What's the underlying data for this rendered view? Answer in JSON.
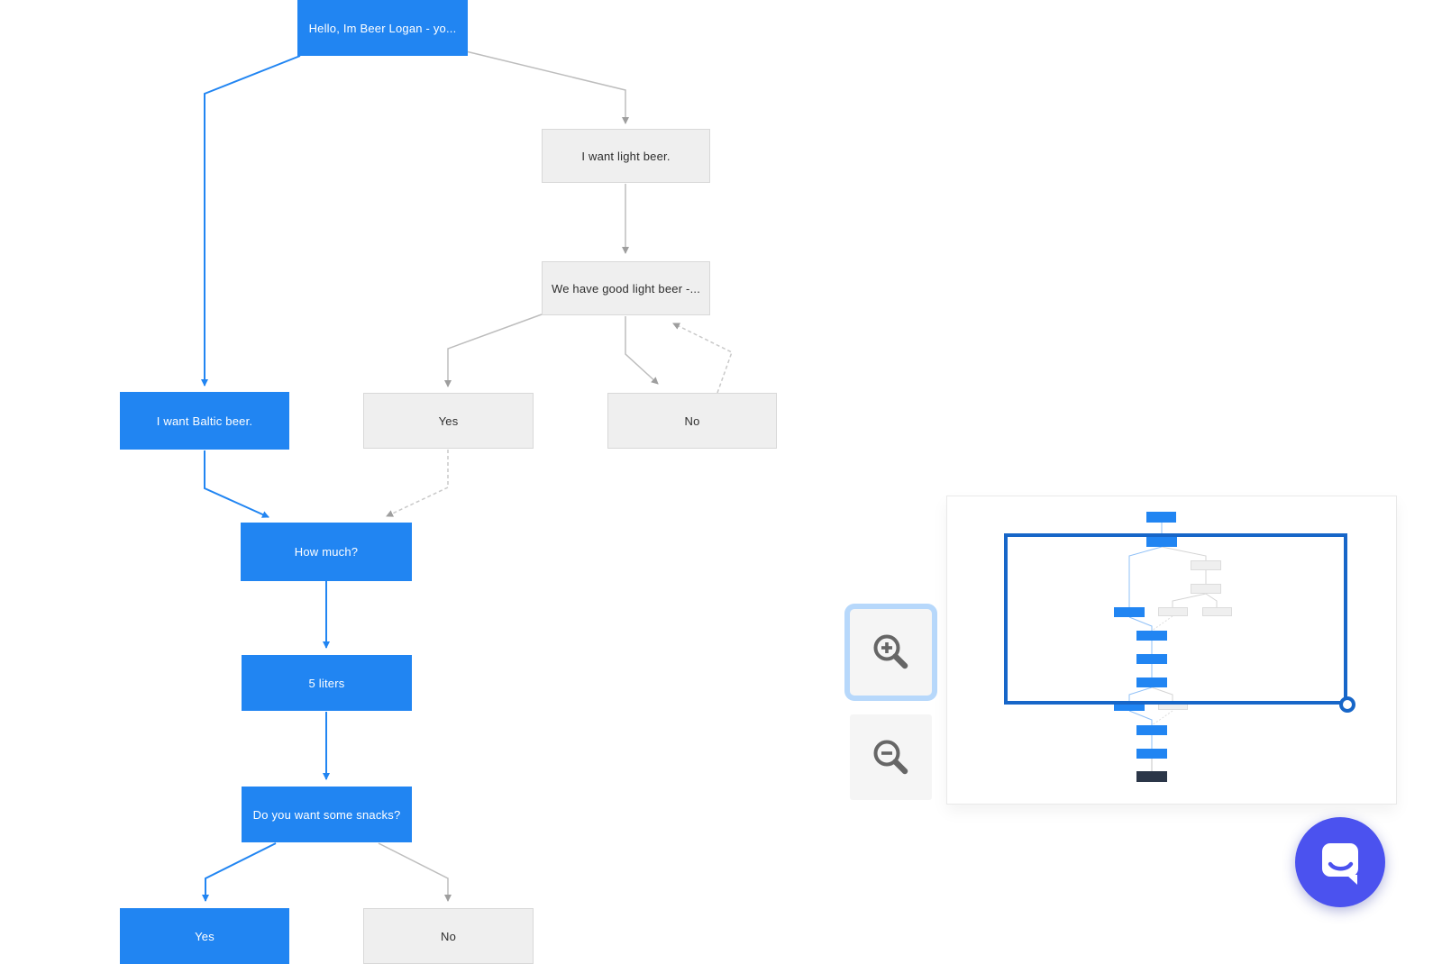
{
  "flow": {
    "nodes": [
      {
        "label": "Hello, Im Beer Logan - yo...",
        "state": "highlighted"
      },
      {
        "label": "I want light beer.",
        "state": "default"
      },
      {
        "label": "We have good light beer -...",
        "state": "default"
      },
      {
        "label": "I want Baltic beer.",
        "state": "highlighted"
      },
      {
        "label": "Yes",
        "state": "default"
      },
      {
        "label": "No",
        "state": "default"
      },
      {
        "label": "How much?",
        "state": "highlighted"
      },
      {
        "label": "5 liters",
        "state": "highlighted"
      },
      {
        "label": "Do you want some snacks?",
        "state": "highlighted"
      },
      {
        "label": "Yes",
        "state": "highlighted"
      },
      {
        "label": "No",
        "state": "default"
      }
    ]
  },
  "minimap": {
    "visible": true,
    "node_count": 15,
    "viewport_handle": "resize-circle-handle"
  },
  "controls": {
    "zoom_in_icon": "magnifier-plus",
    "zoom_out_icon": "magnifier-minus",
    "zoom_in_focused": true
  },
  "chat_widget": {
    "icon": "speech-bubble-smile"
  },
  "colors": {
    "node_highlighted": "#2185F2",
    "node_default_bg": "#EFEFEF",
    "node_default_border": "#D8D8D8",
    "connector_blue": "#2185F2",
    "connector_gray": "#BDBDBD",
    "connector_dashed": "#C9C9C9",
    "minimap_viewport": "#1766C8",
    "minimap_dark_node": "#2B3648",
    "chat_button": "#4B52EF",
    "zoom_focus_ring": "#B7D8FB"
  }
}
